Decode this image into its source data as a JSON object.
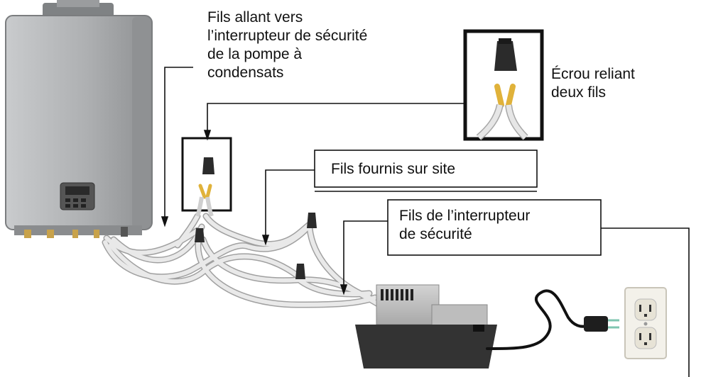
{
  "labels": {
    "wires_to_switch": [
      "Fils allant vers",
      "l’interrupteur de sécurité",
      "de la pompe à",
      "condensats"
    ],
    "wire_nut": [
      "Écrou reliant",
      "deux fils"
    ],
    "field_wires": "Fils fournis sur site",
    "switch_wires": [
      "Fils de l’interrupteur",
      "de sécurité"
    ]
  },
  "colors": {
    "heater_body": "#a7a9ab",
    "heater_dark": "#7d8082",
    "wire": "#dcdcdc",
    "wire_tip": "#e0b23a",
    "nut": "#2b2b2b",
    "pump_tank": "#333333",
    "outlet": "#f3f1ea"
  },
  "icons": [
    "water-heater-icon",
    "wire-nut-icon",
    "condensate-pump-icon",
    "power-plug-icon",
    "wall-outlet-icon"
  ]
}
